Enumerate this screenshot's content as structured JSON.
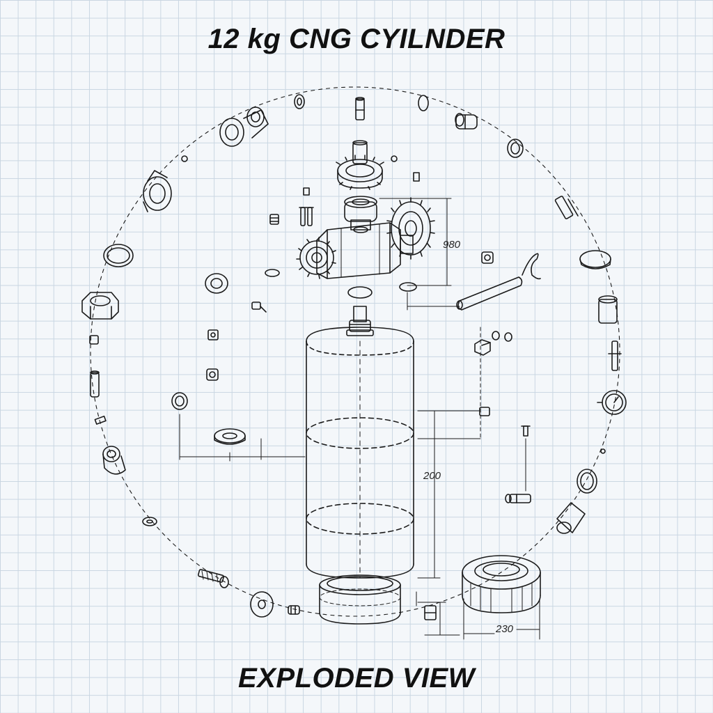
{
  "title": "12 kg CNG CYILNDER",
  "subtitle": "EXPLODED VIEW",
  "dimensions": {
    "valve_height": "980",
    "cylinder_height": "200",
    "base_width": "230"
  },
  "colors": {
    "ink": "#1a1a1a",
    "grid": "#c9d6e2",
    "paper": "#f4f7fa"
  }
}
